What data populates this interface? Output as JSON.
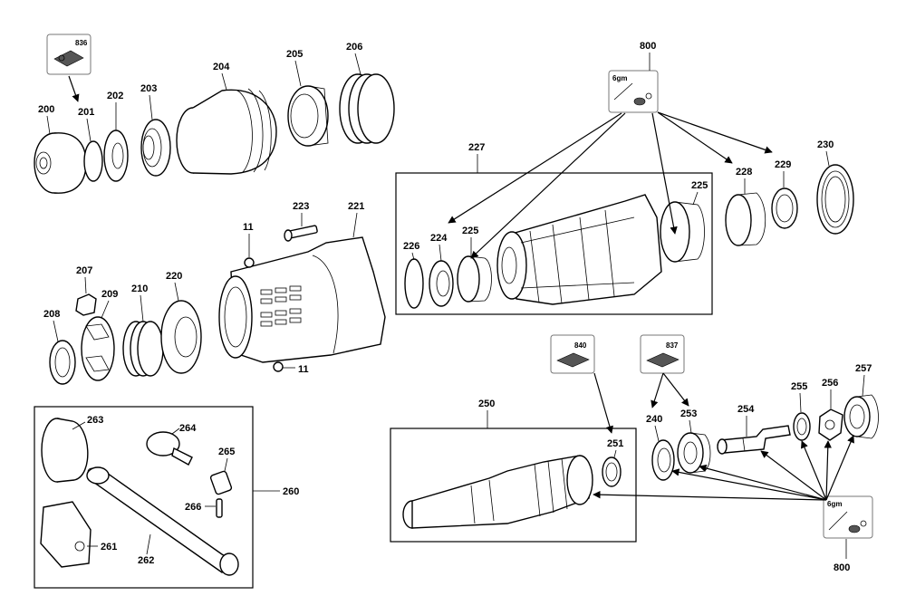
{
  "labels": {
    "p200": "200",
    "p201": "201",
    "p202": "202",
    "p203": "203",
    "p204": "204",
    "p205": "205",
    "p206": "206",
    "p836": "836",
    "p800a": "800",
    "p800b": "800",
    "p6gm_a": "6gm",
    "p6gm_b": "6gm",
    "p227": "227",
    "p228": "228",
    "p229": "229",
    "p230": "230",
    "p223": "223",
    "p221": "221",
    "p11a": "11",
    "p11b": "11",
    "p225a": "225",
    "p225b": "225",
    "p226": "226",
    "p224": "224",
    "p207": "207",
    "p208": "208",
    "p209": "209",
    "p210": "210",
    "p220": "220",
    "p263": "263",
    "p264": "264",
    "p265": "265",
    "p266": "266",
    "p260": "260",
    "p261": "261",
    "p262": "262",
    "p840": "840",
    "p837": "837",
    "p250": "250",
    "p251": "251",
    "p240": "240",
    "p253": "253",
    "p254": "254",
    "p255": "255",
    "p256": "256",
    "p257": "257"
  },
  "colors": {
    "line": "#000000",
    "kit_border": "#777777",
    "background": "#ffffff"
  }
}
